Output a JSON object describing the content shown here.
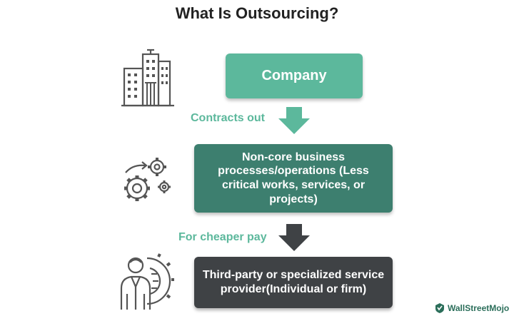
{
  "title": "What Is Outsourcing?",
  "nodes": {
    "company": "Company",
    "noncore": "Non-core business processes/operations (Less critical works, services, or projects)",
    "third_party": "Third-party or specialized service provider(Individual or firm)"
  },
  "edges": {
    "contracts_out": "Contracts out",
    "cheaper_pay": "For cheaper pay"
  },
  "brand": {
    "logo_text": "WallStreetMojo"
  },
  "colors": {
    "company": "#5cb89c",
    "noncore": "#3d7f6f",
    "third_party": "#3f4245",
    "edge_label": "#5cb89c",
    "arrow_green": "#5cb89c",
    "arrow_dark": "#3f4245"
  }
}
